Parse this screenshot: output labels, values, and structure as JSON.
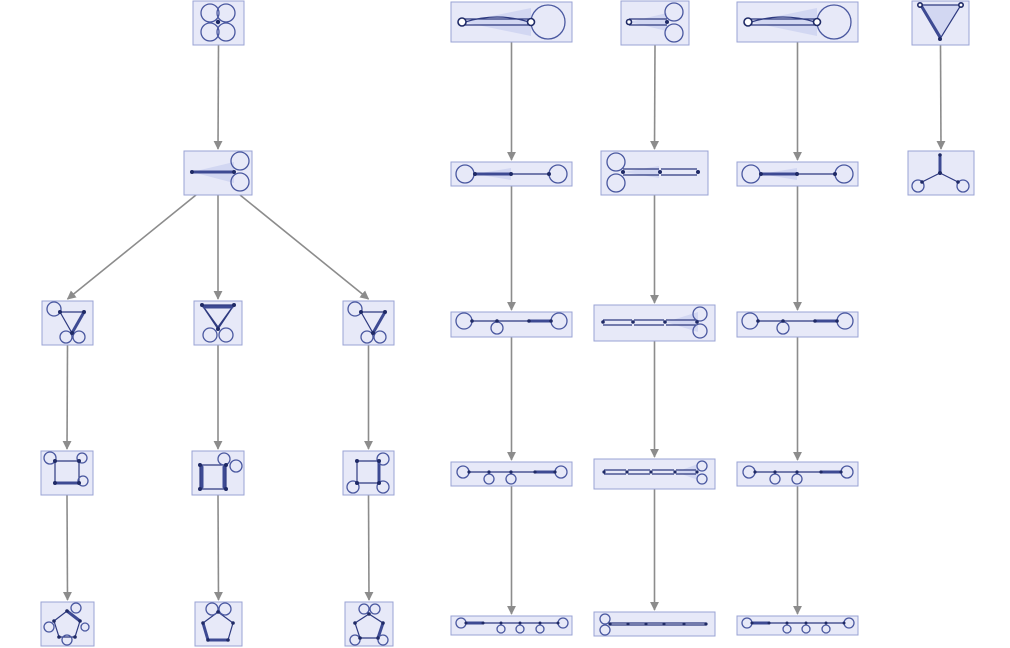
{
  "diagram": {
    "type": "graph-rewrite-evolution-tree",
    "colors": {
      "node_fill": "#e7e9f8",
      "node_border": "#9aa3d4",
      "edge": "#8c8c8c",
      "glyph_stroke": "#4a58a0",
      "vertex": "#1f2a66"
    },
    "nodes": [
      {
        "id": "a0",
        "glyph": "four-loops"
      },
      {
        "id": "a1",
        "glyph": "lens-two-loops"
      },
      {
        "id": "a2l",
        "glyph": "triangle-three-loops"
      },
      {
        "id": "a2m",
        "glyph": "triangle-two-loops-double"
      },
      {
        "id": "a2r",
        "glyph": "triangle-three-loops"
      },
      {
        "id": "a3l",
        "glyph": "square-loops"
      },
      {
        "id": "a3m",
        "glyph": "square-two-loops"
      },
      {
        "id": "a3r",
        "glyph": "square-loops"
      },
      {
        "id": "a4l",
        "glyph": "pentagon-loops"
      },
      {
        "id": "a4m",
        "glyph": "pentagon-two-loops"
      },
      {
        "id": "a4r",
        "glyph": "pentagon-loops"
      },
      {
        "id": "b0",
        "glyph": "long-lens-big-loop"
      },
      {
        "id": "b1",
        "glyph": "chain-2"
      },
      {
        "id": "b2",
        "glyph": "chain-3"
      },
      {
        "id": "b3",
        "glyph": "chain-4"
      },
      {
        "id": "b4",
        "glyph": "chain-5"
      },
      {
        "id": "c0",
        "glyph": "small-lens-two-loops"
      },
      {
        "id": "c1",
        "glyph": "chain-2-left-loops"
      },
      {
        "id": "c2",
        "glyph": "chain-3-right-loops"
      },
      {
        "id": "c3",
        "glyph": "chain-4-right-loops"
      },
      {
        "id": "c4",
        "glyph": "chain-5-left-loops"
      },
      {
        "id": "d0",
        "glyph": "long-lens-big-loop"
      },
      {
        "id": "d1",
        "glyph": "chain-2"
      },
      {
        "id": "d2",
        "glyph": "chain-3"
      },
      {
        "id": "d3",
        "glyph": "chain-4"
      },
      {
        "id": "d4",
        "glyph": "chain-5"
      },
      {
        "id": "e0",
        "glyph": "triangle-shaded"
      },
      {
        "id": "e1",
        "glyph": "star-three-loops"
      }
    ],
    "edges": [
      [
        "a0",
        "a1"
      ],
      [
        "a1",
        "a2l"
      ],
      [
        "a1",
        "a2m"
      ],
      [
        "a1",
        "a2r"
      ],
      [
        "a2l",
        "a3l"
      ],
      [
        "a2m",
        "a3m"
      ],
      [
        "a2r",
        "a3r"
      ],
      [
        "a3l",
        "a4l"
      ],
      [
        "a3m",
        "a4m"
      ],
      [
        "a3r",
        "a4r"
      ],
      [
        "b0",
        "b1"
      ],
      [
        "b1",
        "b2"
      ],
      [
        "b2",
        "b3"
      ],
      [
        "b3",
        "b4"
      ],
      [
        "c0",
        "c1"
      ],
      [
        "c1",
        "c2"
      ],
      [
        "c2",
        "c3"
      ],
      [
        "c3",
        "c4"
      ],
      [
        "d0",
        "d1"
      ],
      [
        "d1",
        "d2"
      ],
      [
        "d2",
        "d3"
      ],
      [
        "d3",
        "d4"
      ],
      [
        "e0",
        "e1"
      ]
    ]
  }
}
